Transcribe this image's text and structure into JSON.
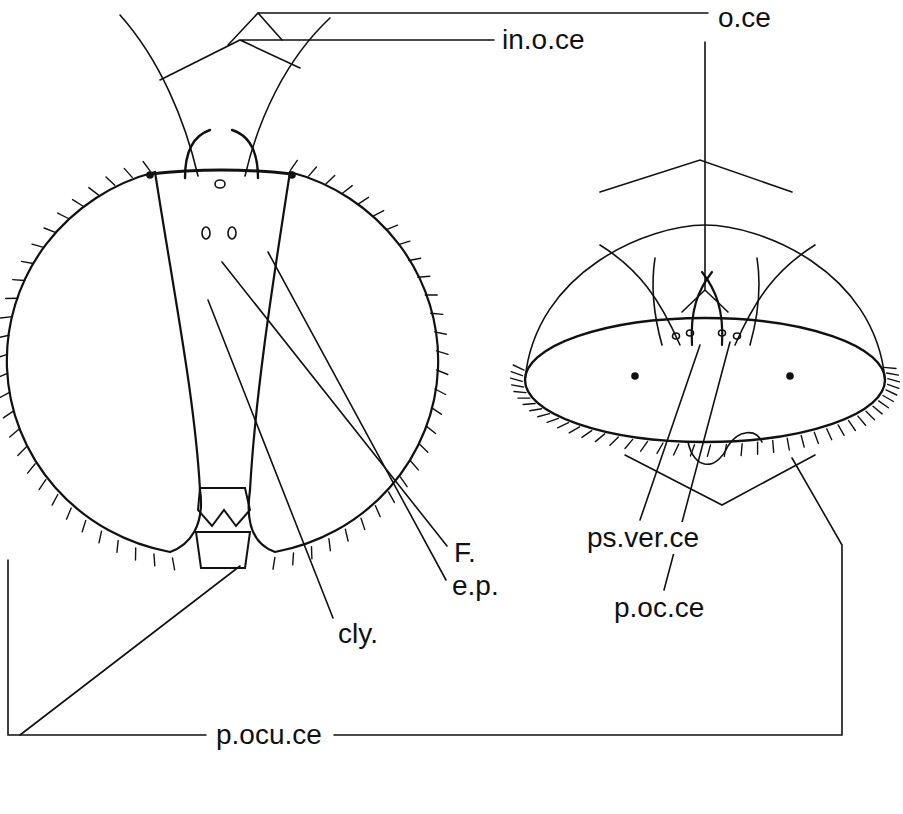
{
  "diagram": {
    "labels": [
      "in.o.ce",
      "o.ce",
      "F.",
      "e.p.",
      "cly.",
      "p.ocu.ce",
      "ps.ver.ce",
      "p.oc.ce"
    ]
  }
}
